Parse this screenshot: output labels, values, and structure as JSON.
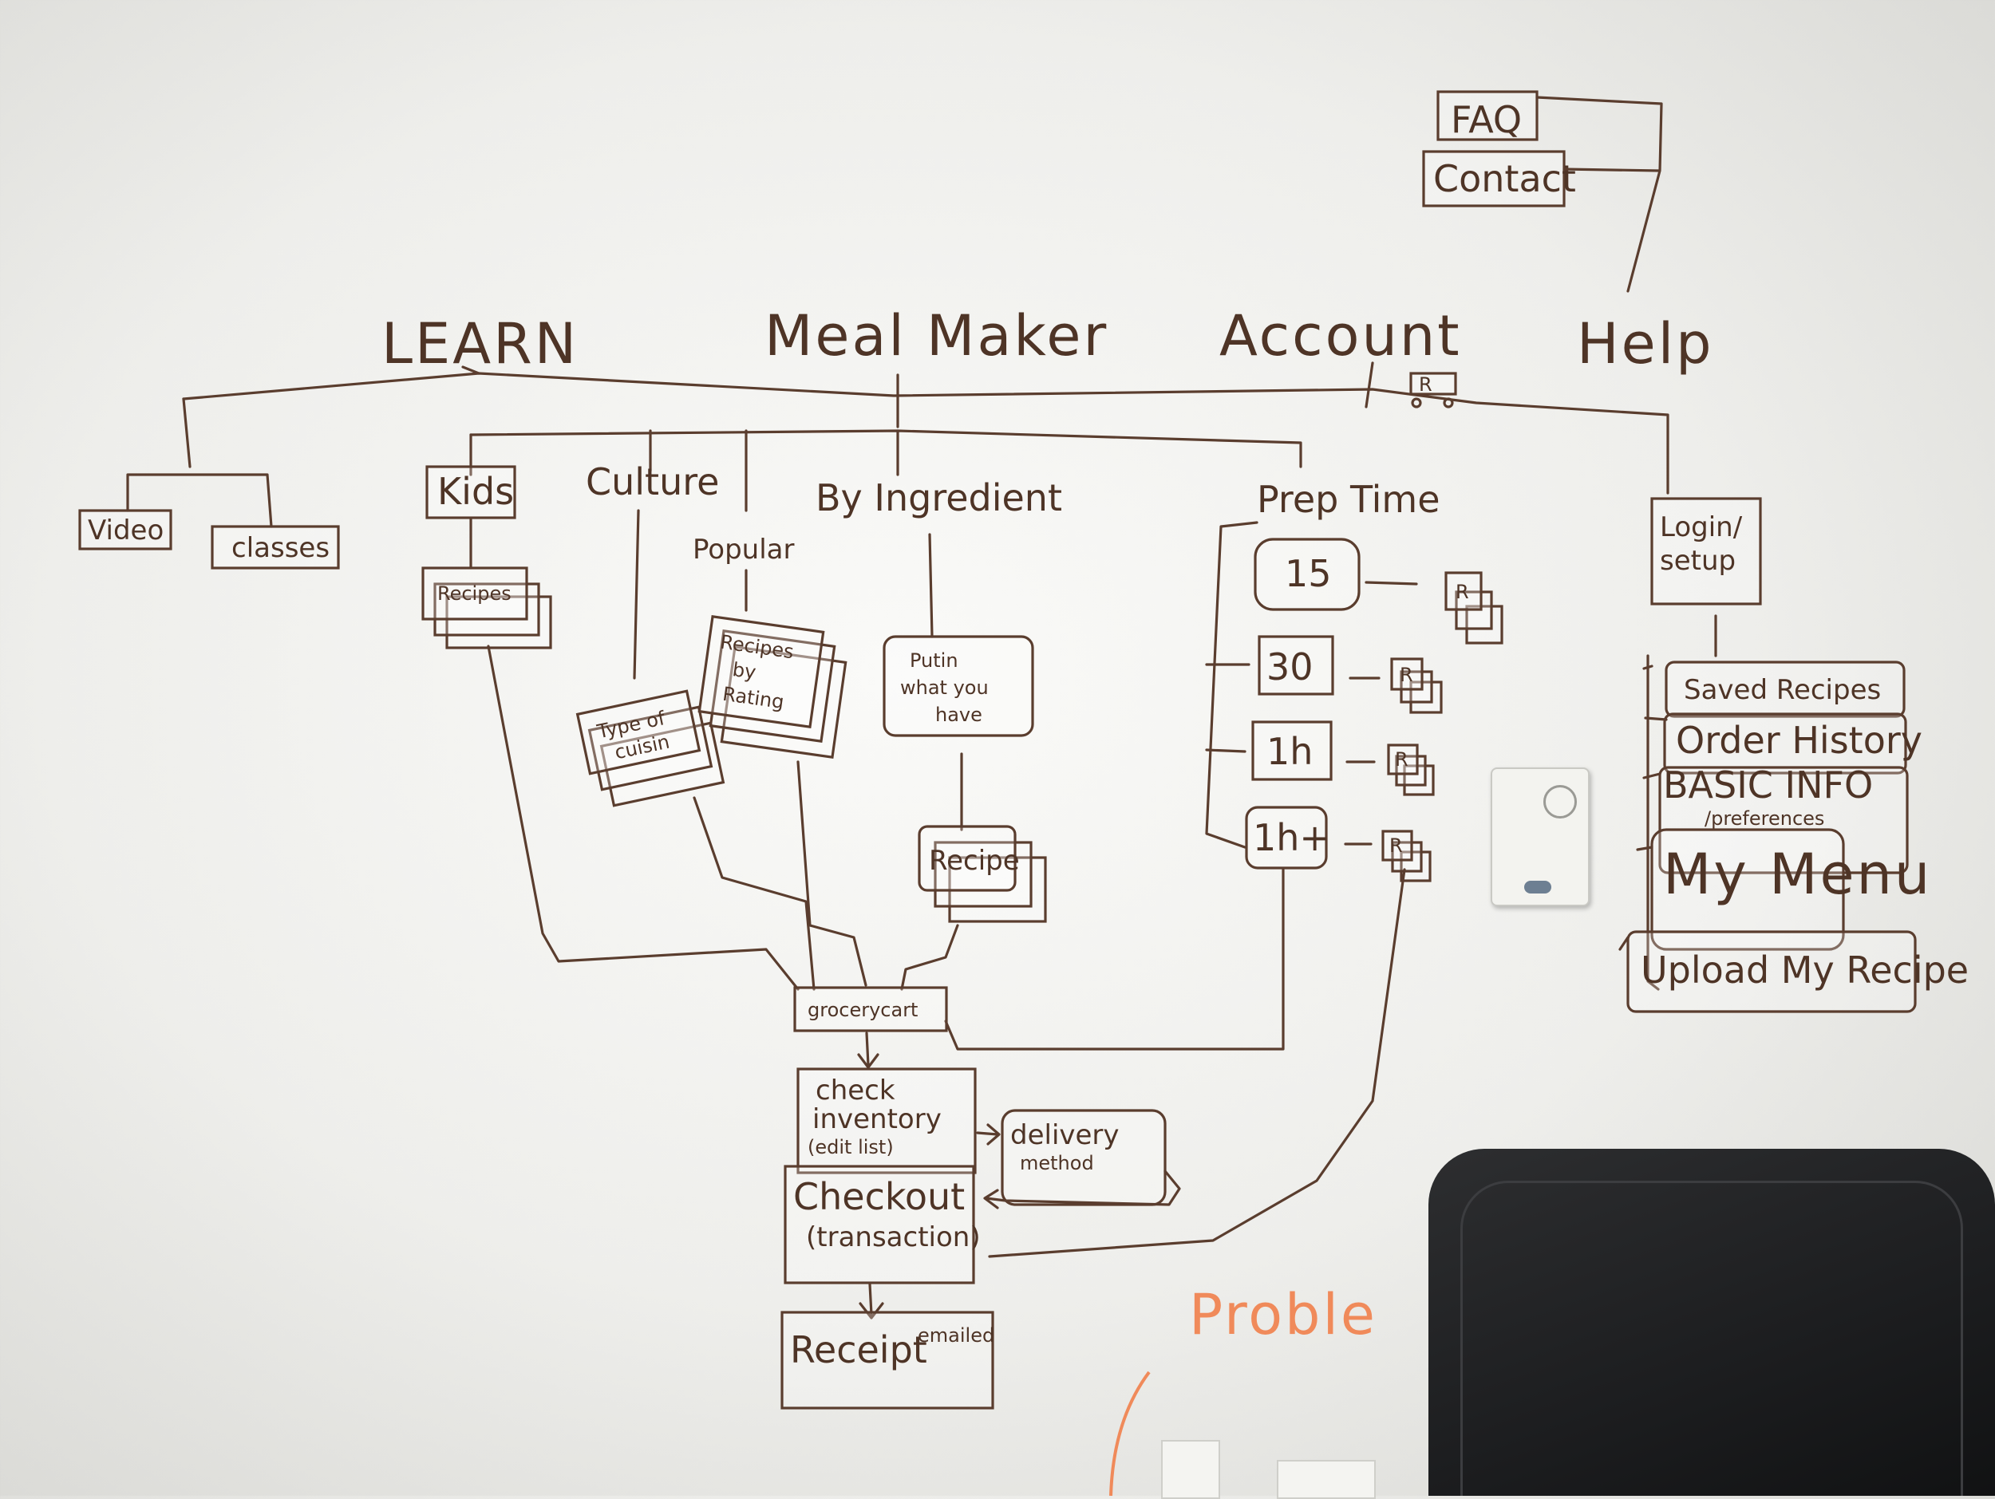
{
  "top": {
    "learn": "LEARN",
    "meal_maker": "Meal Maker",
    "account": "Account",
    "help": "Help"
  },
  "help": {
    "faq": "FAQ",
    "contact": "Contact"
  },
  "learn": {
    "video": "Video",
    "classes": "classes"
  },
  "meal_maker": {
    "kids": "Kids",
    "kids_recipes": "Recipes",
    "culture": "Culture",
    "type_of_cuisine_1": "Type of",
    "type_of_cuisine_2": "cuisin",
    "popular": "Popular",
    "recipes_by_rating_1": "Recipes",
    "recipes_by_rating_2": "by",
    "recipes_by_rating_3": "Rating",
    "by_ingredient": "By Ingredient",
    "put_in_1": "Putin",
    "put_in_2": "what you",
    "put_in_3": "have",
    "recipe": "Recipe",
    "prep_time": "Prep Time",
    "times": [
      "15",
      "30",
      "1h",
      "1h+"
    ],
    "recipe_icon": "R"
  },
  "flow": {
    "grocery_cart": "grocerycart",
    "check_1": "check",
    "check_2": "inventory",
    "check_3": "(edit list)",
    "delivery_1": "delivery",
    "delivery_2": "method",
    "checkout_1": "Checkout",
    "checkout_2": "(transaction)",
    "receipt": "Receipt",
    "receipt_note": "emailed"
  },
  "account": {
    "login_1": "Login/",
    "login_2": "setup",
    "saved": "Saved Recipes",
    "order": "Order History",
    "basic": "BASIC INFO",
    "basic_note": "/preferences",
    "menu": "My Menu",
    "upload": "Upload My Recipe"
  },
  "orange_note": "Proble",
  "icons": {
    "cart": "shopping-cart-icon"
  },
  "colors": {
    "ink": "#5a3d2e",
    "orange": "#f08a5a",
    "board": "#f4f4f1"
  }
}
